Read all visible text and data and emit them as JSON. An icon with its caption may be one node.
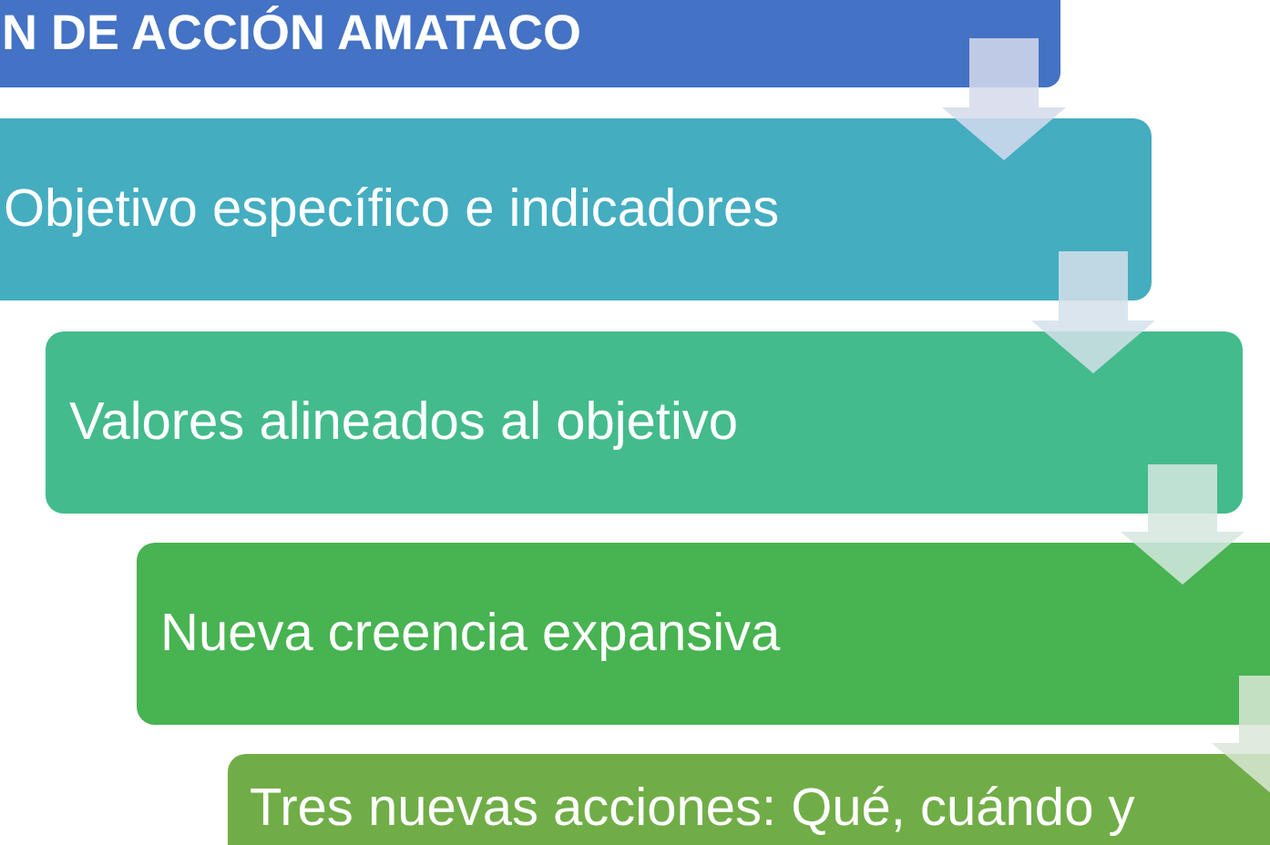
{
  "diagram": {
    "nodes": [
      {
        "text": [
          "N DE ACCIÓN AMATACO"
        ]
      },
      {
        "text": [
          "Objetivo específico e indicadores"
        ]
      },
      {
        "text": [
          "Valores alineados al objetivo"
        ]
      },
      {
        "text": [
          "Nueva creencia expansiva"
        ]
      },
      {
        "text": [
          "Tres nuevas acciones: Qué, cuándo y"
        ]
      }
    ],
    "edges": [
      {
        "from": 0,
        "to": 1,
        "arrow": "to"
      },
      {
        "from": 1,
        "to": 2,
        "arrow": "to"
      },
      {
        "from": 2,
        "to": 3,
        "arrow": "to"
      },
      {
        "from": 3,
        "to": 4,
        "arrow": "to"
      }
    ]
  }
}
